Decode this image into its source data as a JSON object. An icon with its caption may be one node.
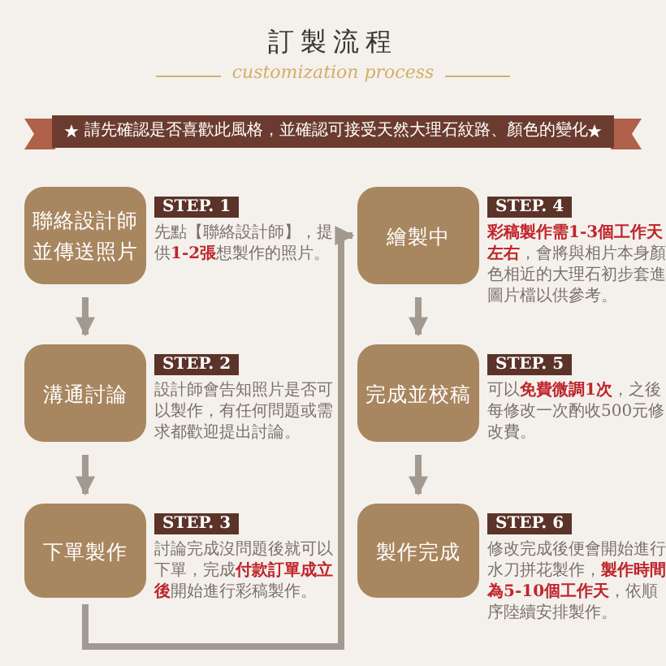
{
  "diagram": {
    "title": "訂製流程",
    "nodes": [
      {
        "text": [
          "聯絡設計師並傳送照片"
        ],
        "beside": [
          "STEP. 1",
          "先點【聯絡設計師】，提供**1-2張**想製作的照片。"
        ]
      },
      {
        "text": [
          "溝通討論"
        ],
        "beside": [
          "STEP. 2",
          "設計師會告知照片是否可以製作，有任何問題或需求都歡迎提出討論。"
        ]
      },
      {
        "text": [
          "下單製作"
        ],
        "beside": [
          "STEP. 3",
          "討論完成沒問題後就可以下單，完成**付款訂單成立後**開始進行彩稿製作。"
        ]
      },
      {
        "text": [
          "繪製中"
        ],
        "beside": [
          "STEP. 4",
          "**彩稿製作需1-3個工作天左右**，會將與相片本身顏色相近的大理石初步套進圖片檔以供參考。"
        ]
      },
      {
        "text": [
          "完成並校稿"
        ],
        "beside": [
          "STEP. 5",
          "可以**免費微調1次**，之後每修改一次酌收500元修改費。"
        ]
      },
      {
        "text": [
          "製作完成"
        ],
        "beside": [
          "STEP. 6",
          "修改完成後便會開始進行水刀拼花製作，**製作時間為5-10個工作天**，依順序陸續安排製作。"
        ]
      }
    ],
    "edges": [
      {
        "from": 0,
        "to": 1,
        "arrow": "to"
      },
      {
        "from": 1,
        "to": 2,
        "arrow": "to"
      },
      {
        "from": 2,
        "to": 3,
        "arrow": "to"
      },
      {
        "from": 3,
        "to": 4,
        "arrow": "to"
      },
      {
        "from": 4,
        "to": 5,
        "arrow": "to"
      }
    ],
    "labels": [
      "customization process",
      "請先確認是否喜歡此風格，並確認可接受天然大理石紋路、顏色的變化"
    ]
  }
}
